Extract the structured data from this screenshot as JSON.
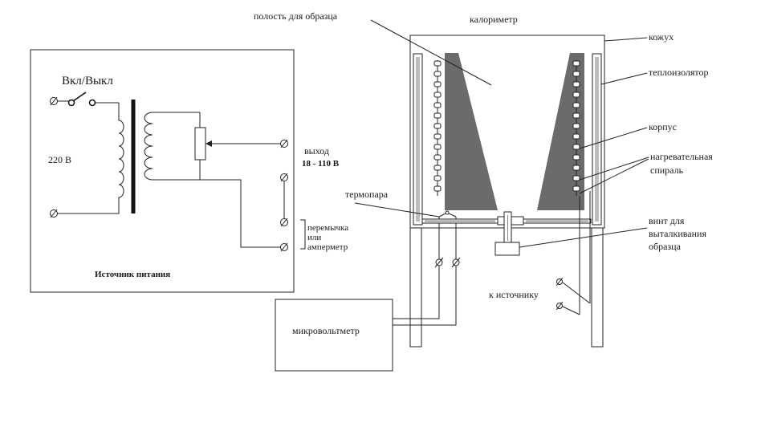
{
  "power_supply": {
    "title": "Источник питания",
    "switch_label": "Вкл/Выкл",
    "input_voltage": "220 В",
    "output_label": "выход",
    "output_range": "18 - 110 В",
    "jumper_label_1": "перемычка",
    "jumper_label_2": "или",
    "jumper_label_3": "амперметр"
  },
  "calorimeter": {
    "title": "калориметр",
    "sample_cavity": "полость для образца",
    "casing": "кожух",
    "heat_insulator": "теплоизолятор",
    "body": "корпус",
    "heater_coil_1": "нагревательная",
    "heater_coil_2": "спираль",
    "push_screw_1": "винт для",
    "push_screw_2": "выталкивания",
    "push_screw_3": "образца",
    "thermocouple": "термопара",
    "to_source": "к источнику"
  },
  "microvoltmeter": {
    "label": "микровольтметр"
  }
}
